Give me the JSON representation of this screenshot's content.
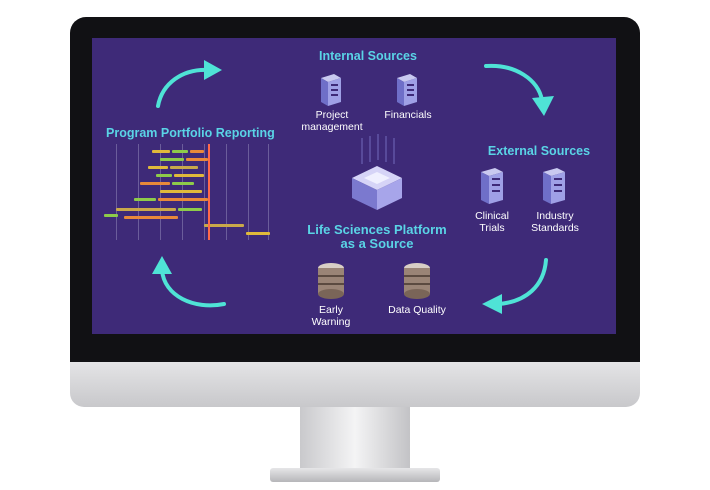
{
  "sections": {
    "internal": {
      "title": "Internal Sources",
      "items": [
        {
          "label_lines": [
            "Project",
            "management"
          ],
          "icon": "server-icon"
        },
        {
          "label": "Financials",
          "icon": "server-icon"
        }
      ]
    },
    "external": {
      "title": "External Sources",
      "items": [
        {
          "label_lines": [
            "Clinical",
            "Trials"
          ],
          "icon": "server-icon"
        },
        {
          "label_lines": [
            "Industry",
            "Standards"
          ],
          "icon": "server-icon"
        }
      ]
    },
    "platform": {
      "title_lines": [
        "Life Sciences Platform",
        "as a Source"
      ],
      "icon": "chip-cube-icon"
    },
    "quality": {
      "items": [
        {
          "label_lines": [
            "Early",
            "Warning"
          ],
          "icon": "database-icon"
        },
        {
          "label": "Data Quality",
          "icon": "database-icon"
        }
      ]
    },
    "portfolio": {
      "title": "Program Portfolio Reporting",
      "icon": "gantt-chart-icon"
    }
  },
  "colors": {
    "screen_bg": "#3e2a78",
    "accent_cyan": "#5ad4e6",
    "label_white": "#ffffff"
  }
}
